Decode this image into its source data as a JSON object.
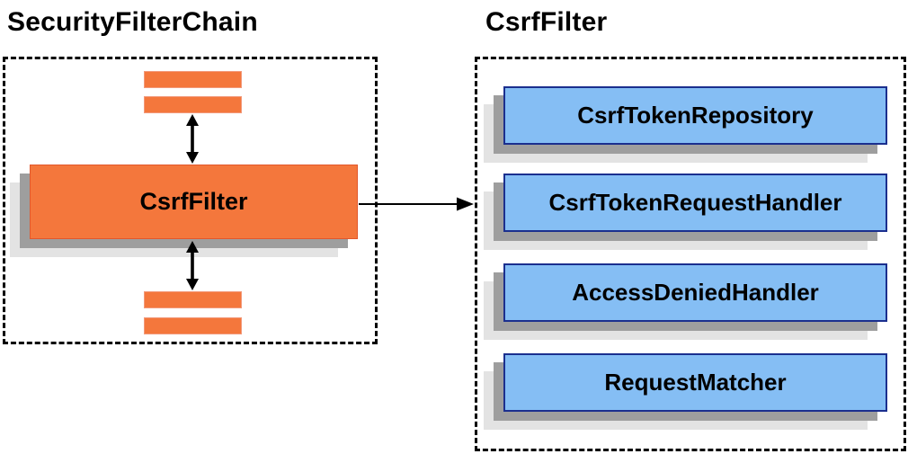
{
  "left_panel": {
    "title": "SecurityFilterChain",
    "filter_box_label": "CsrfFilter",
    "other_filter_bars_count": 4
  },
  "right_panel": {
    "title": "CsrfFilter",
    "components": [
      "CsrfTokenRepository",
      "CsrfTokenRequestHandler",
      "AccessDeniedHandler",
      "RequestMatcher"
    ]
  },
  "colors": {
    "orange_fill": "#f4773c",
    "orange_border": "#e2572b",
    "bar_border": "#f2997a",
    "blue_fill": "#85bef4",
    "blue_border": "#1b2f8e",
    "shadow_dark": "#9e9e9e",
    "shadow_light": "#e3e3e3",
    "arrow": "#000000",
    "dashed_border": "#000000"
  }
}
